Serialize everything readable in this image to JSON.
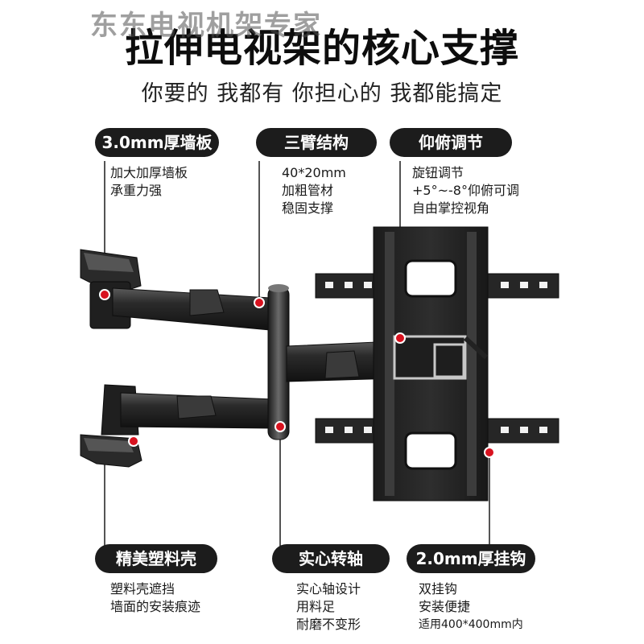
{
  "watermark": "东东电视机架专家",
  "title": "拉伸电视架的核心支撑",
  "subtitle": "你要的 我都有 你担心的 我都能搞定",
  "features": {
    "wall_plate": {
      "label": "3.0mm厚墙板",
      "lines": [
        "加大加厚墙板",
        "承重力强"
      ]
    },
    "three_arm": {
      "label": "三臂结构",
      "lines": [
        "40*20mm",
        "加粗管材",
        "稳固支撑"
      ]
    },
    "tilt": {
      "label": "仰俯调节",
      "lines": [
        "旋钮调节",
        "+5°~-8°仰俯可调",
        "自由掌控视角"
      ]
    },
    "plastic_shell": {
      "label": "精美塑料壳",
      "lines": [
        "塑料壳遮挡",
        "墙面的安装痕迹"
      ]
    },
    "solid_axis": {
      "label": "实心转轴",
      "lines": [
        "实心轴设计",
        "用料足",
        "耐磨不变形"
      ]
    },
    "hook": {
      "label": "2.0mm厚挂钩",
      "lines": [
        "双挂钩",
        "安装便捷",
        "适用400*400mm内"
      ]
    }
  },
  "colors": {
    "pill_bg": "#1c1c1c",
    "pill_text": "#ffffff",
    "marker": "#d8121f",
    "metal": "#2a2a2a"
  }
}
